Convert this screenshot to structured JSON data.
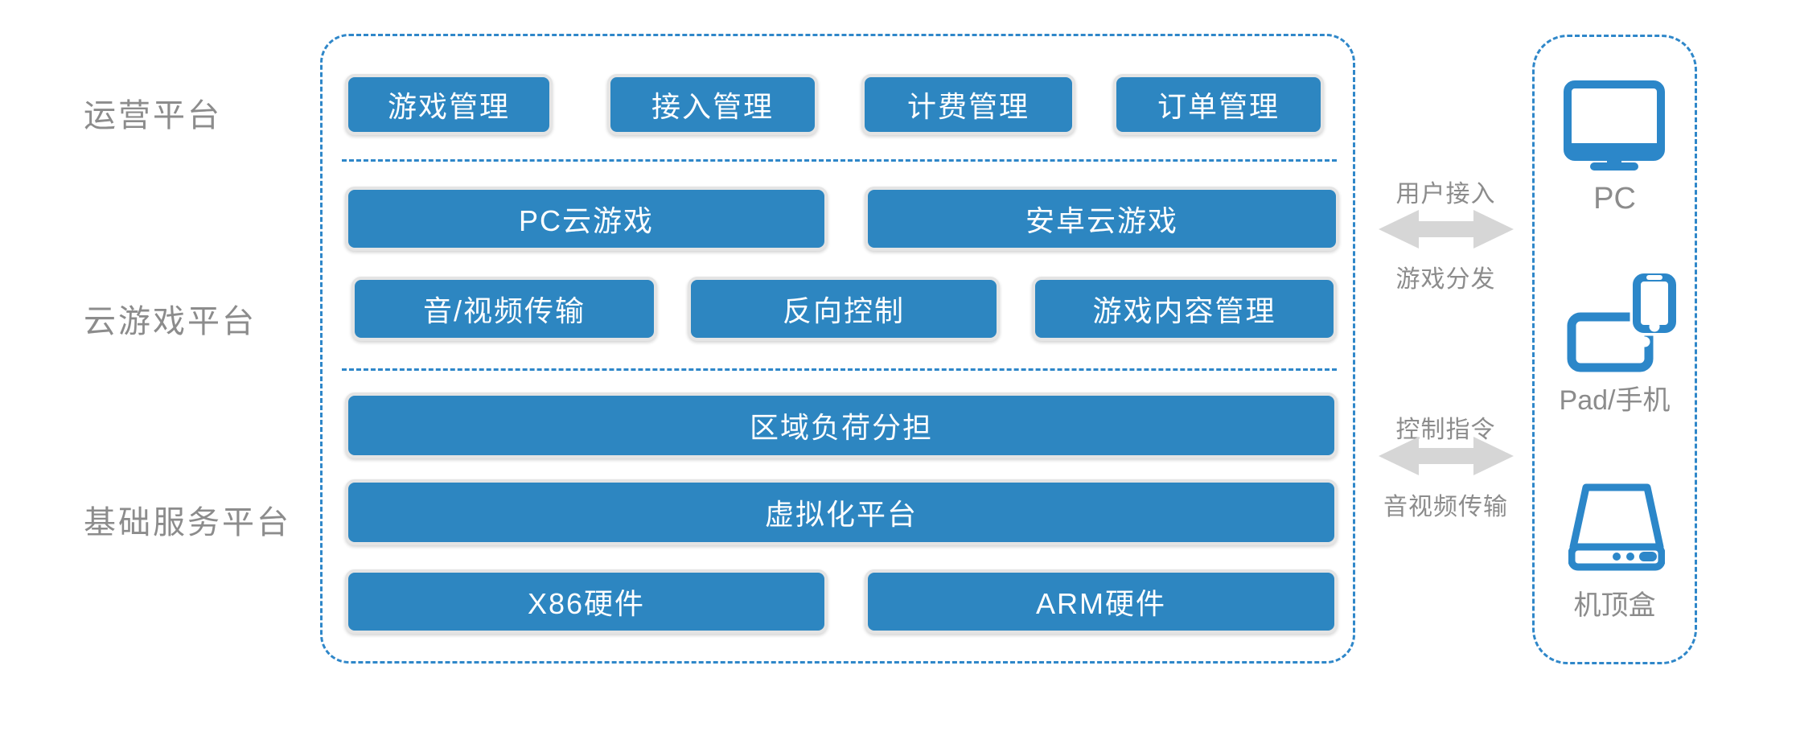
{
  "colors": {
    "block_blue": "#2d86c1",
    "dash_blue": "#2f87c9",
    "icon_blue": "#2c87c9",
    "label_gray": "#8c8c8c",
    "arrow_gray": "#d6d6d6",
    "block_text": "#ffffff"
  },
  "tiers": {
    "labels": [
      "运营平台",
      "云游戏平台",
      "基础服务平台"
    ]
  },
  "platform": {
    "row1": [
      "游戏管理",
      "接入管理",
      "计费管理",
      "订单管理"
    ],
    "row2": [
      "PC云游戏",
      "安卓云游戏"
    ],
    "row3": [
      "音/视频传输",
      "反向控制",
      "游戏内容管理"
    ],
    "row4": [
      "区域负荷分担"
    ],
    "row5": [
      "虚拟化平台"
    ],
    "row6": [
      "X86硬件",
      "ARM硬件"
    ]
  },
  "links": [
    {
      "top": "用户接入",
      "bottom": "游戏分发"
    },
    {
      "top": "控制指令",
      "bottom": "音视频传输"
    }
  ],
  "devices": [
    {
      "icon": "pc-icon",
      "label": "PC"
    },
    {
      "icon": "pad-phone-icon",
      "label": "Pad/手机"
    },
    {
      "icon": "settop-box-icon",
      "label": "机顶盒"
    }
  ]
}
